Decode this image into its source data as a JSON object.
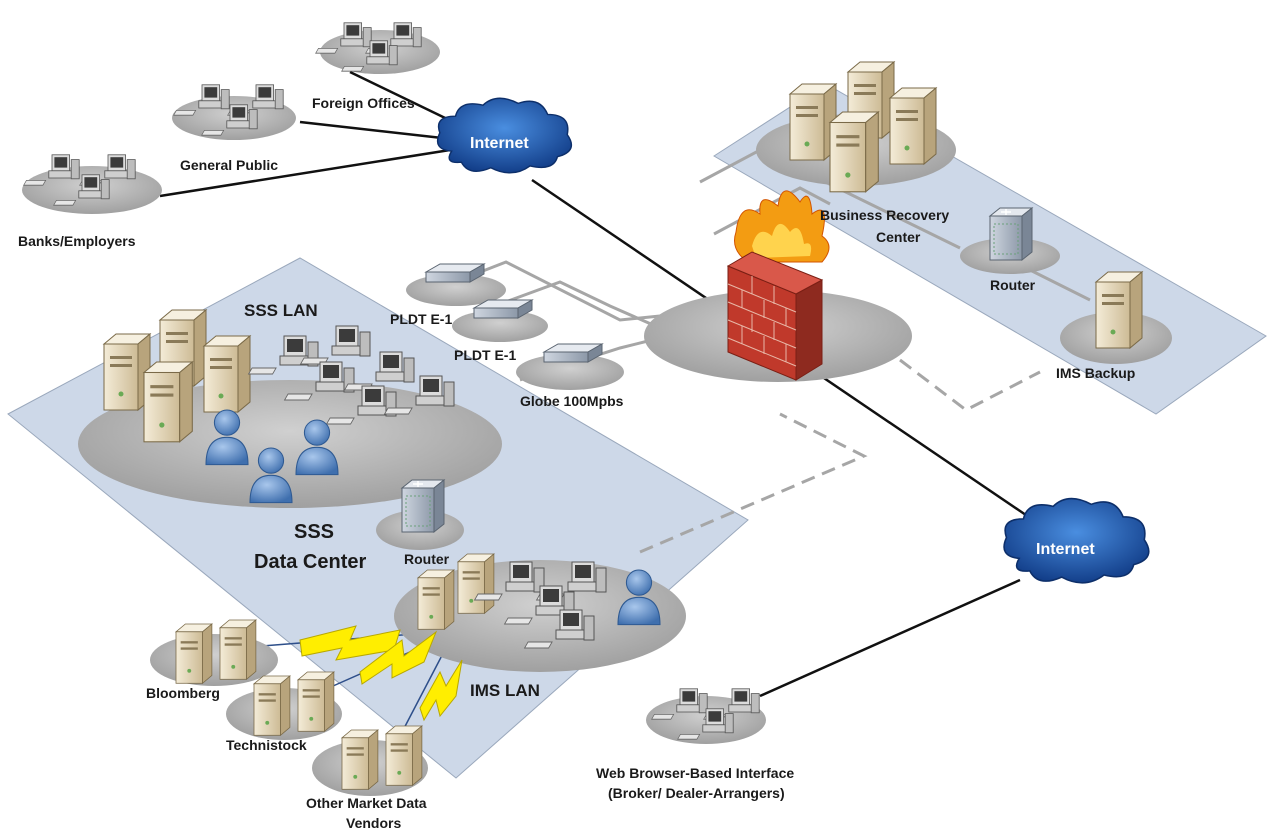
{
  "nodes": {
    "internet_top": "Internet",
    "internet_right": "Internet",
    "foreign_offices": "Foreign Offices",
    "general_public": "General Public",
    "banks_employers": "Banks/Employers",
    "business_recovery_1": "Business Recovery",
    "business_recovery_2": "Center",
    "router_brc": "Router",
    "ims_backup": "IMS Backup",
    "sss_lan": "SSS LAN",
    "pldt_1": "PLDT E-1",
    "pldt_2": "PLDT E-1",
    "globe": "Globe 100Mpbs",
    "sss_dc_1": "SSS",
    "sss_dc_2": "Data Center",
    "router_dc": "Router",
    "ims_lan": "IMS LAN",
    "bloomberg": "Bloomberg",
    "technistock": "Technistock",
    "other_vendors_1": "Other Market Data",
    "other_vendors_2": "Vendors",
    "web_browser_1": "Web Browser-Based Interface",
    "web_browser_2": "(Broker/ Dealer-Arrangers)"
  },
  "colors": {
    "zone_fill": "#cdd8e8",
    "platform": "#b8b8b8",
    "cloud": "#1f5fb8",
    "link_solid": "#111111",
    "link_gray": "#a6a6a6",
    "server": "#e8dcc0",
    "firewall": "#c0392b",
    "flame": "#f39c12",
    "bolt": "#ffee00",
    "person": "#5b8cc9"
  }
}
